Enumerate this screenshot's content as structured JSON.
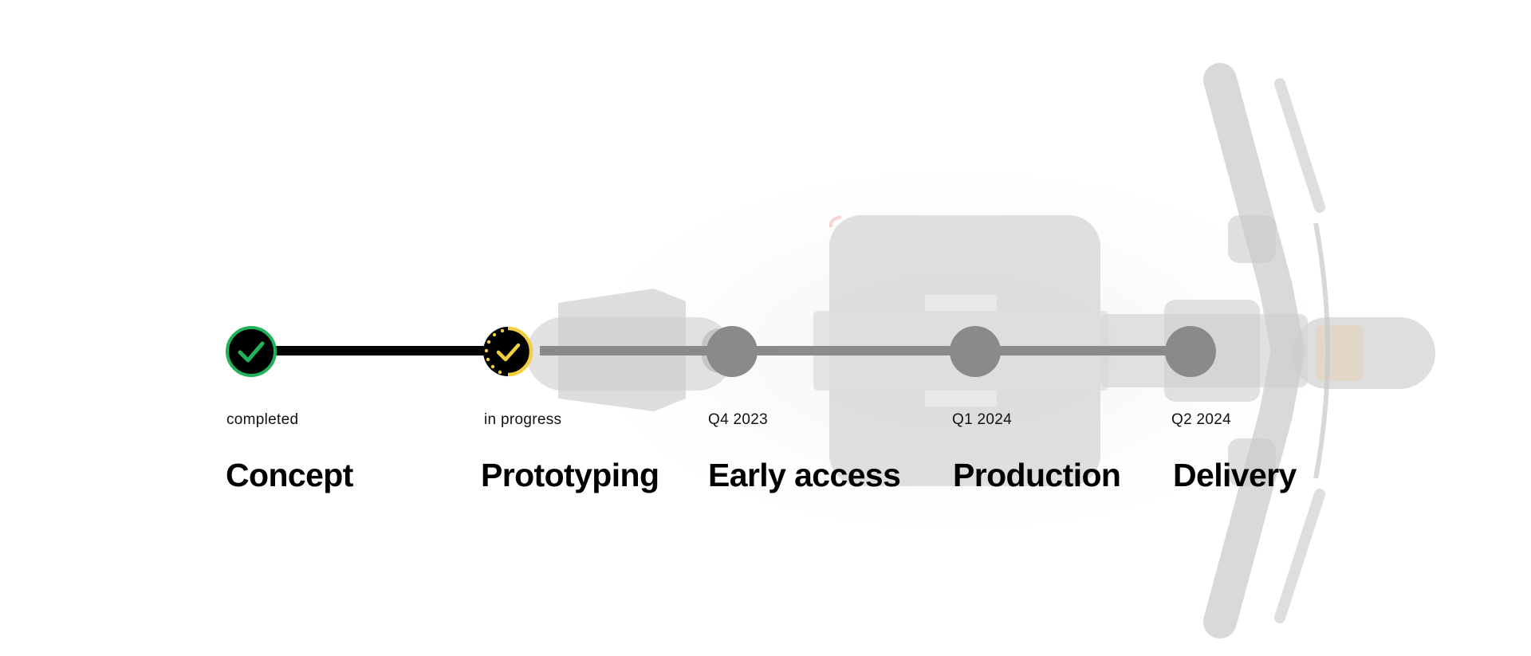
{
  "roadmap": {
    "colors": {
      "completed": "#22b35a",
      "in_progress": "#f2cf3f",
      "upcoming": "#8a8a8a",
      "track_done": "#000000",
      "track_todo": "#8a8a8a"
    },
    "milestones": [
      {
        "status": "completed",
        "title": "Concept",
        "state": "completed",
        "icon": "check-circle-icon"
      },
      {
        "status": "in progress",
        "title": "Prototyping",
        "state": "in-progress",
        "icon": "check-progress-icon"
      },
      {
        "status": "Q4 2023",
        "title": "Early access",
        "state": "upcoming",
        "icon": "pending-dot-icon"
      },
      {
        "status": "Q1 2024",
        "title": "Production",
        "state": "upcoming",
        "icon": "pending-dot-icon"
      },
      {
        "status": "Q2 2024",
        "title": "Delivery",
        "state": "upcoming",
        "icon": "pending-dot-icon"
      }
    ]
  }
}
